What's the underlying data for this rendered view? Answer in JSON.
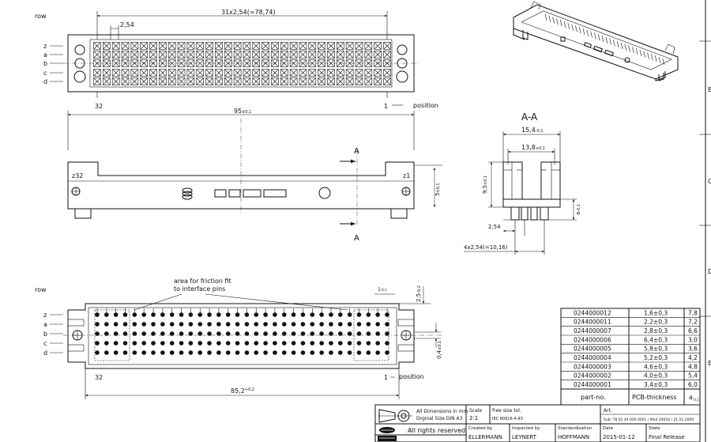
{
  "top_view": {
    "pitch_dim": "31x2,54(=78,74)",
    "pitch_single": "2,54",
    "row_label": "row",
    "rows": [
      "z",
      "a",
      "b",
      "c",
      "d"
    ],
    "pin_left": "32",
    "pin_right": "1",
    "position_label": "position",
    "total_width": "95",
    "total_width_tol": "±0,1"
  },
  "side_view": {
    "section_letter": "A",
    "label_left": "z32",
    "label_right": "z1",
    "height_dim": "5",
    "height_tol": "±0,1"
  },
  "section_view": {
    "title": "A-A",
    "w1": "15,4",
    "w1_tol": "-0,1",
    "w2": "13,8",
    "w2_tol": "+0,1",
    "h1": "9,5",
    "h1_tol": "±0,1",
    "pitch": "2,54",
    "pitch_total": "4x2,54(=10,16)",
    "a_label": "a",
    "a_tol": "-0,1"
  },
  "bottom_view": {
    "note_line1": "area for friction fit",
    "note_line2": "to interface pins",
    "row_label": "row",
    "rows": [
      "z",
      "a",
      "b",
      "c",
      "d"
    ],
    "pin_left": "32",
    "pin_right": "1",
    "position_label": "position",
    "width": "85,2",
    "width_tol": "+0,2",
    "dim_top": "2,5",
    "dim_top_tol": "-0,2",
    "dim_small": "1",
    "dim_small_tol": "-0,1",
    "dim_side": "0,4",
    "dim_side_tol": "±0,1"
  },
  "parts_table": {
    "rows": [
      {
        "part": "0244000012",
        "pcb": "1,6±0,3",
        "a": "7,8"
      },
      {
        "part": "0244000011",
        "pcb": "2,2±0,3",
        "a": "7,2"
      },
      {
        "part": "0244000007",
        "pcb": "2,8±0,3",
        "a": "6,6"
      },
      {
        "part": "0244000006",
        "pcb": "6,4±0,3",
        "a": "3,0"
      },
      {
        "part": "0244000005",
        "pcb": "5,8±0,3",
        "a": "3,6"
      },
      {
        "part": "0244000004",
        "pcb": "5,2±0,3",
        "a": "4,2"
      },
      {
        "part": "0244000003",
        "pcb": "4,6±0,3",
        "a": "4,8"
      },
      {
        "part": "0244000002",
        "pcb": "4,0±0,3",
        "a": "5,4"
      },
      {
        "part": "0244000001",
        "pcb": "3,4±0,3",
        "a": "6,0"
      }
    ],
    "header_part": "part-no.",
    "header_pcb": "PCB-thickness",
    "header_a": "a",
    "header_a_tol": "-0,1"
  },
  "title_block": {
    "dims_note_1": "All Dimensions in mm",
    "dims_note_2": "Drginal Size DIN A3",
    "scale_label": "Scale",
    "scale_value": "2:1",
    "free_size": "free size tol.",
    "iec_ref": "IEC 60916-4-93",
    "art_label": "Art.",
    "art_value": "Sub: 78 02 44 000 0001 / Mod 34650 / 21.01.2000",
    "rights": "All rights reserved",
    "created_label": "Created by",
    "created_value": "ELLERMANN",
    "inspected_label": "Inspected by",
    "inspected_value": "LEYNERT",
    "standard_label": "Standardisation",
    "standard_value": "HOFFMANN",
    "date_label": "Date",
    "date_value": "2015-01-12",
    "state_label": "State",
    "state_value": "Final Release"
  },
  "frame_marks": [
    "B",
    "C",
    "D",
    "E"
  ]
}
